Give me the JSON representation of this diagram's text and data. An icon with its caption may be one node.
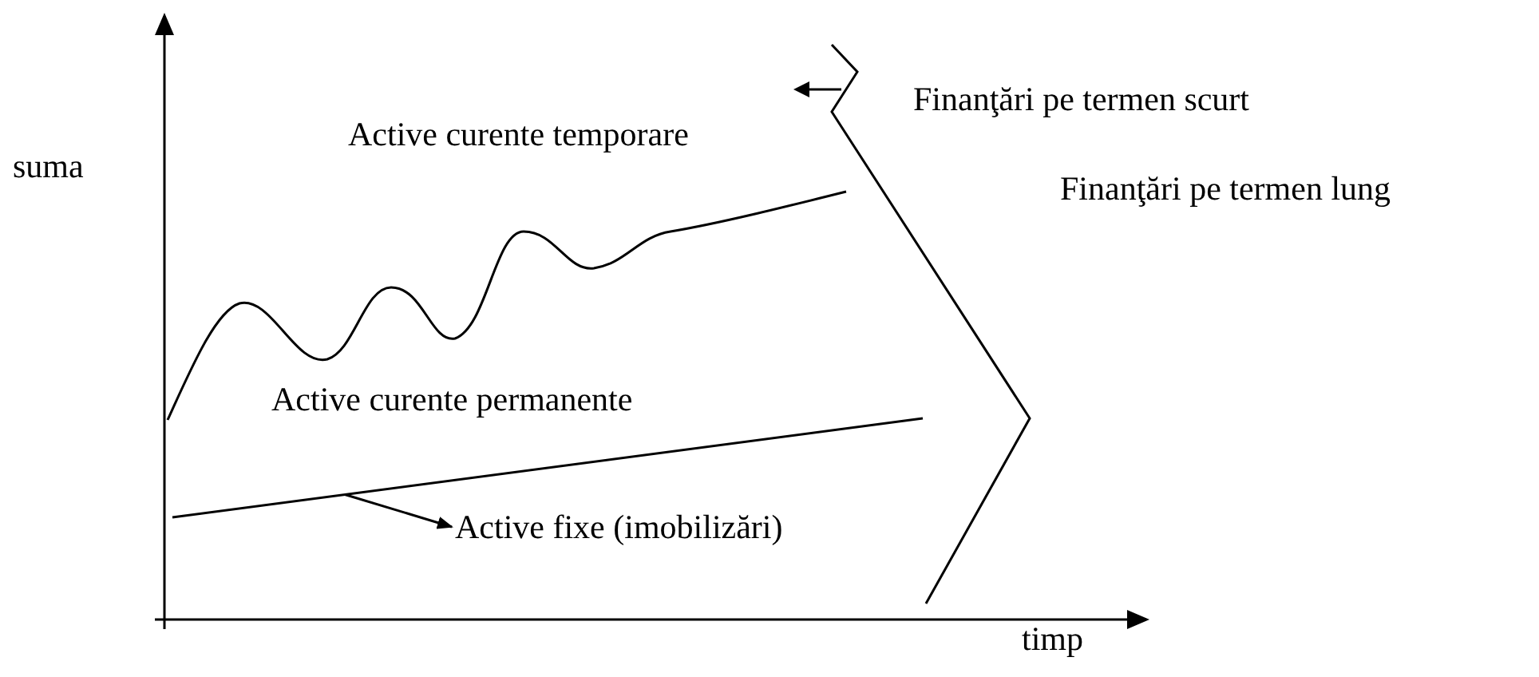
{
  "diagram": {
    "nodes": [
      {
        "text": [
          "Finanţări pe termen scurt"
        ]
      },
      {
        "text": [
          "Finanţări pe termen lung"
        ]
      },
      {
        "text": [
          "Active fixe (imobilizări)"
        ]
      },
      {
        "text": [],
        "shape": "line"
      }
    ],
    "edges": [
      {
        "from": 3,
        "to": 2,
        "arrow": "to"
      }
    ],
    "labels": [
      "Active curente temporare",
      "suma",
      "Active curente permanente",
      "timp"
    ]
  }
}
